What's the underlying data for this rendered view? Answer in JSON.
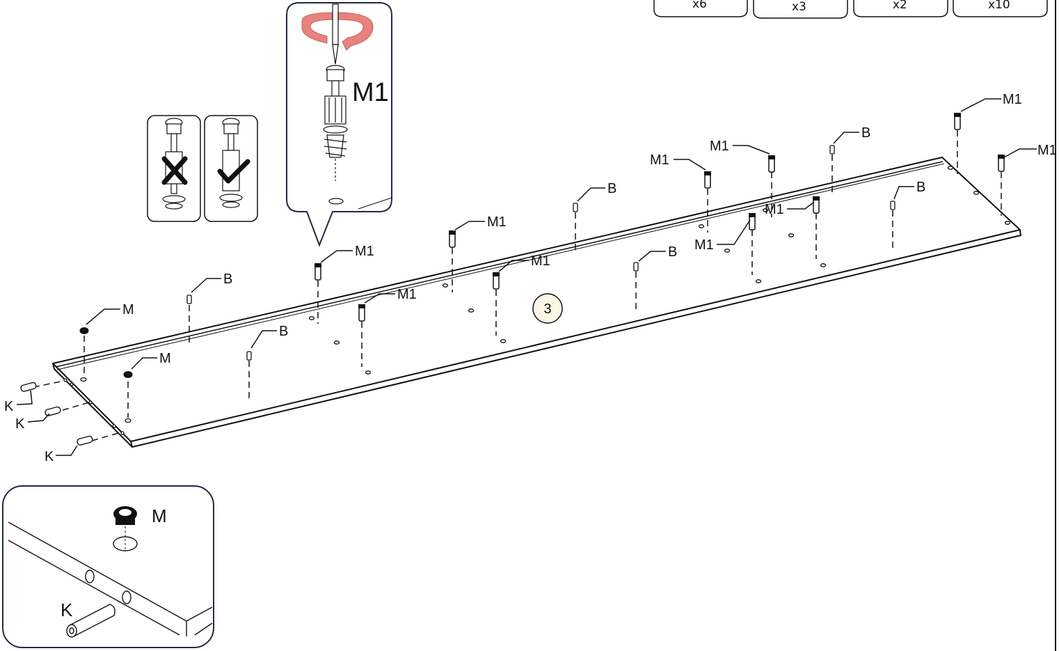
{
  "parts_counts": [
    "x6",
    "x3",
    "x2",
    "x10"
  ],
  "callout_screw_label": "M1",
  "step_number": "3",
  "detail_labels": {
    "cam": "M",
    "dowel": "K"
  },
  "part_labels": [
    "M",
    "M",
    "B",
    "B",
    "M1",
    "M1",
    "M1",
    "B",
    "M1",
    "M1",
    "M1",
    "M1",
    "B",
    "B",
    "M1",
    "M1",
    "B",
    "M1",
    "M1",
    "K",
    "K",
    "K"
  ],
  "colors": {
    "line": "#111111",
    "frame": "#1f2a44",
    "rotation_arrow": "#e8827e",
    "badge_fill": "#fbf6e6"
  },
  "icons": [
    "wrong-mark-icon",
    "correct-mark-icon",
    "screwdriver-icon",
    "rotation-arrow-icon"
  ]
}
